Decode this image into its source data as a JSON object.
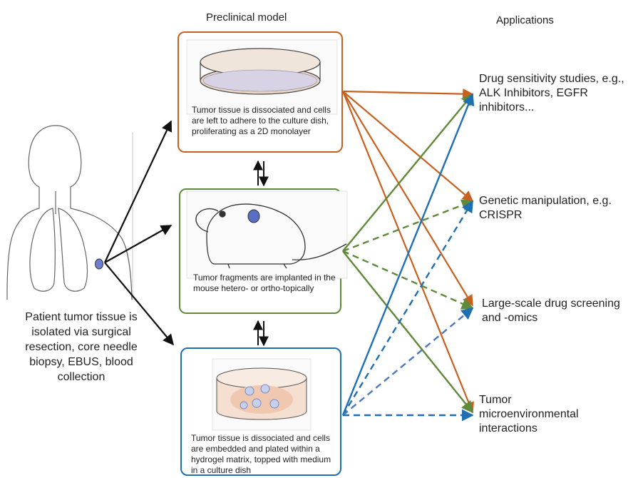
{
  "headers": {
    "preclinical": "Preclinical model",
    "applications": "Applications"
  },
  "patient_caption": "Patient tumor tissue is isolated via surgical resection, core needle biopsy, EBUS, blood collection",
  "models": {
    "two_d": {
      "caption": "Tumor tissue is dissociated and cells are left to adhere to the culture dish, proliferating as a 2D monolayer",
      "color": "#c8601f"
    },
    "pdx": {
      "caption": "Tumor fragments are implanted in the mouse hetero- or ortho-topically",
      "color": "#5e8a3a"
    },
    "organoid": {
      "caption": "Tumor tissue is dissociated and cells are embedded and plated within a hydrogel matrix, topped with medium in a culture dish",
      "color": "#1f6fb3"
    }
  },
  "applications": [
    {
      "label": "Drug sensitivity studies, e.g., ALK Inhibitors, EGFR inhibitors..."
    },
    {
      "label": "Genetic manipulation, e.g. CRISPR"
    },
    {
      "label": "Large-scale drug screening and -omics"
    },
    {
      "label": "Tumor microenvironmental interactions"
    }
  ],
  "icons": {
    "patient": "human-torso-lungs-icon",
    "dish": "culture-dish-icon",
    "mouse": "mouse-icon",
    "organoid_dish": "organoid-dish-icon"
  }
}
